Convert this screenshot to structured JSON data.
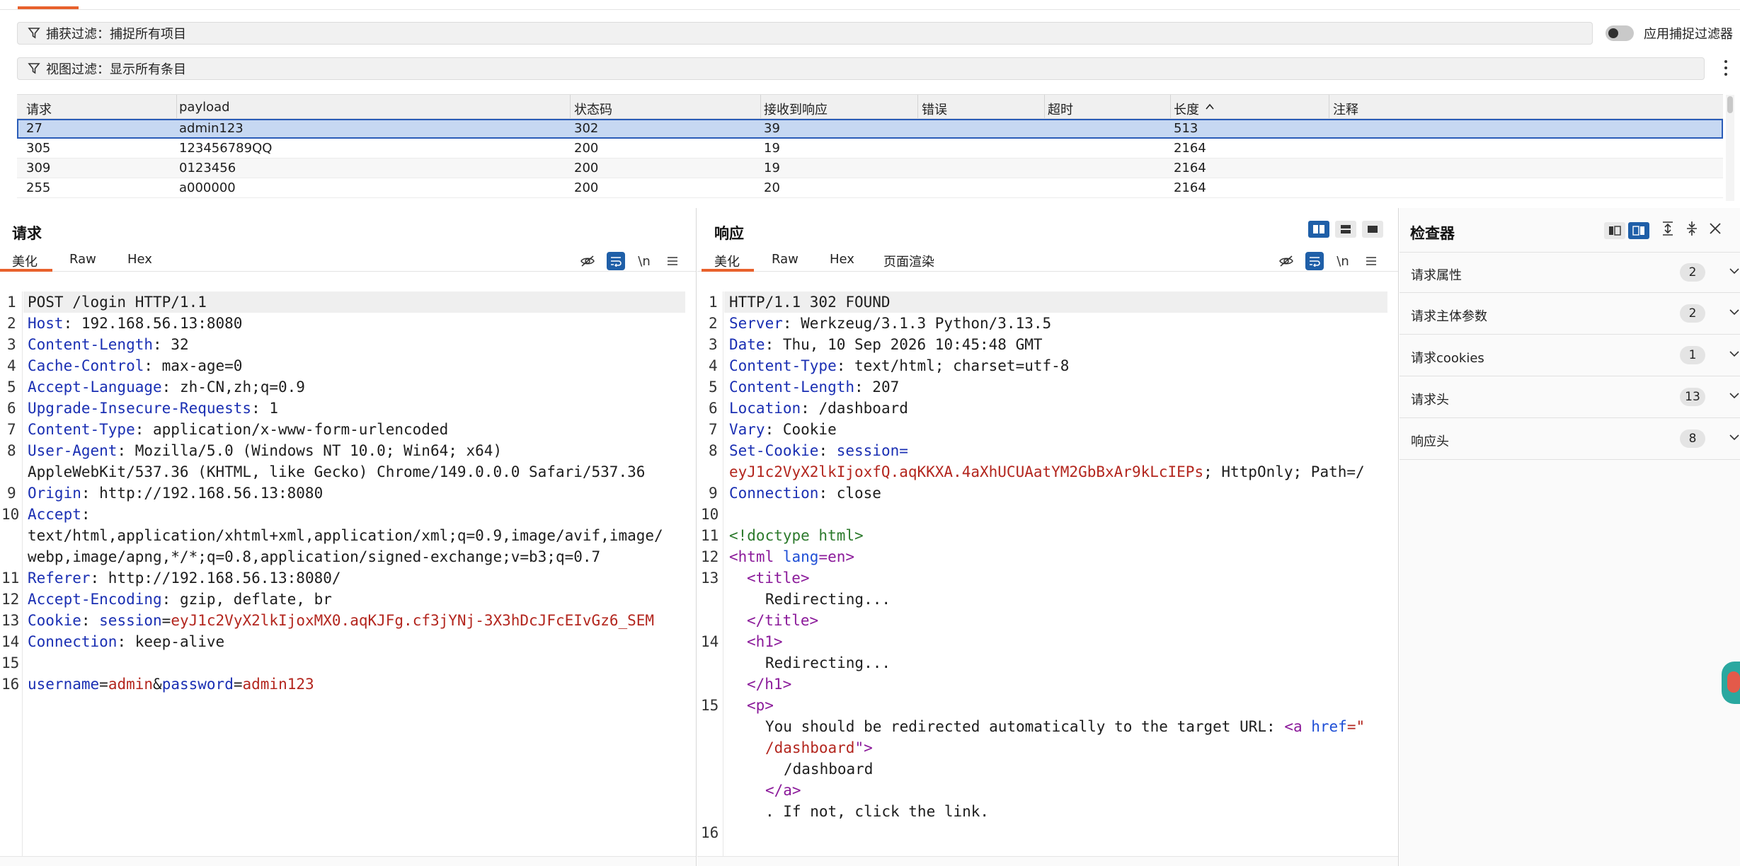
{
  "filters": {
    "capture_label": "捕获过滤：捕捉所有项目",
    "view_label": "视图过滤：显示所有条目",
    "apply_capture_toggle": "应用捕捉过滤器"
  },
  "results_table": {
    "columns": [
      "请求",
      "payload",
      "状态码",
      "接收到响应",
      "错误",
      "超时",
      "长度",
      "注释"
    ],
    "rows": [
      {
        "request": "27",
        "payload": "admin123",
        "status": "302",
        "received": "39",
        "error": "",
        "timeout": "",
        "length": "513",
        "comment": ""
      },
      {
        "request": "305",
        "payload": "123456789QQ",
        "status": "200",
        "received": "19",
        "error": "",
        "timeout": "",
        "length": "2164",
        "comment": ""
      },
      {
        "request": "309",
        "payload": "0123456",
        "status": "200",
        "received": "19",
        "error": "",
        "timeout": "",
        "length": "2164",
        "comment": ""
      },
      {
        "request": "255",
        "payload": "a000000",
        "status": "200",
        "received": "20",
        "error": "",
        "timeout": "",
        "length": "2164",
        "comment": ""
      }
    ]
  },
  "request_panel": {
    "title": "请求",
    "tabs": [
      "美化",
      "Raw",
      "Hex"
    ],
    "newline_toggle": "\\n",
    "lines": [
      {
        "n": "1",
        "k": "",
        "v": "POST /login HTTP/1.1"
      },
      {
        "n": "2",
        "k": "Host",
        "v": ": 192.168.56.13:8080"
      },
      {
        "n": "3",
        "k": "Content-Length",
        "v": ": 32"
      },
      {
        "n": "4",
        "k": "Cache-Control",
        "v": ": max-age=0"
      },
      {
        "n": "5",
        "k": "Accept-Language",
        "v": ": zh-CN,zh;q=0.9"
      },
      {
        "n": "6",
        "k": "Upgrade-Insecure-Requests",
        "v": ": 1"
      },
      {
        "n": "7",
        "k": "Content-Type",
        "v": ": application/x-www-form-urlencoded"
      },
      {
        "n": "8",
        "k": "User-Agent",
        "v": ": Mozilla/5.0 (Windows NT 10.0; Win64; x64)"
      },
      {
        "n": "",
        "k": "",
        "v": "AppleWebKit/537.36 (KHTML, like Gecko) Chrome/149.0.0.0 Safari/537.36"
      },
      {
        "n": "9",
        "k": "Origin",
        "v": ": http://192.168.56.13:8080"
      },
      {
        "n": "10",
        "k": "Accept",
        "v": ":"
      },
      {
        "n": "",
        "k": "",
        "v": "text/html,application/xhtml+xml,application/xml;q=0.9,image/avif,image/"
      },
      {
        "n": "",
        "k": "",
        "v": "webp,image/apng,*/*;q=0.8,application/signed-exchange;v=b3;q=0.7"
      },
      {
        "n": "11",
        "k": "Referer",
        "v": ": http://192.168.56.13:8080/"
      },
      {
        "n": "12",
        "k": "Accept-Encoding",
        "v": ": gzip, deflate, br"
      },
      {
        "n": "13",
        "k": "Cookie",
        "v": ": "
      },
      {
        "n": "14",
        "k": "Connection",
        "v": ": keep-alive"
      },
      {
        "n": "15",
        "k": "",
        "v": ""
      },
      {
        "n": "16",
        "k": "",
        "v": ""
      }
    ],
    "cookie_name": "session",
    "cookie_value": "eyJ1c2VyX2lkIjoxMX0.aqKJFg.cf3jYNj-3X3hDcJFcEIvGz6_SEM",
    "body_user_key": "username",
    "body_user_val": "admin",
    "body_pass_key": "password",
    "body_pass_val": "admin123"
  },
  "response_panel": {
    "title": "响应",
    "tabs": [
      "美化",
      "Raw",
      "Hex",
      "页面渲染"
    ],
    "newline_toggle": "\\n",
    "lines": [
      {
        "n": "1",
        "k": "",
        "v": "HTTP/1.1 302 FOUND"
      },
      {
        "n": "2",
        "k": "Server",
        "v": ": Werkzeug/3.1.3 Python/3.13.5"
      },
      {
        "n": "3",
        "k": "Date",
        "v": ": Thu, 10 Sep 2026 10:45:48 GMT"
      },
      {
        "n": "4",
        "k": "Content-Type",
        "v": ": text/html; charset=utf-8"
      },
      {
        "n": "5",
        "k": "Content-Length",
        "v": ": 207"
      },
      {
        "n": "6",
        "k": "Location",
        "v": ": /dashboard"
      },
      {
        "n": "7",
        "k": "Vary",
        "v": ": Cookie"
      },
      {
        "n": "8",
        "k": "Set-Cookie",
        "v": ": "
      }
    ],
    "set_cookie_name": "session=",
    "set_cookie_value": "eyJ1c2VyX2lkIjoxfQ.aqKKXA.4aXhUCUAatYM2GbBxAr9kLcIEPs",
    "set_cookie_rest": "; HttpOnly; Path=/",
    "connection_key": "Connection",
    "connection_val": ": close",
    "doctype": "<!doctype html>",
    "html_open": "<html",
    "html_lang_attr": " lang",
    "html_lang_val": "=en>",
    "title_open": "<title>",
    "title_text": "Redirecting...",
    "title_close": "</title>",
    "h1_open": "<h1>",
    "h1_text": "Redirecting...",
    "h1_close": "</h1>",
    "p_open": "<p>",
    "p_text": "You should be redirected automatically to the target URL: ",
    "a_open": "<a",
    "a_href_attr": " href",
    "a_href_eq": "=\"",
    "a_href_val": "/dashboard",
    "a_href_end": "\">",
    "a_text": "/dashboard",
    "a_close": "</a>",
    "p_tail": ". If not, click the link.",
    "line_numbers": [
      "9",
      "10",
      "11",
      "12",
      "13",
      "",
      "",
      "14",
      "",
      "",
      "15",
      "",
      "",
      "",
      "",
      "",
      "16"
    ]
  },
  "inspector": {
    "title": "检查器",
    "rows": [
      {
        "label": "请求属性",
        "count": "2"
      },
      {
        "label": "请求主体参数",
        "count": "2"
      },
      {
        "label": "请求cookies",
        "count": "1"
      },
      {
        "label": "请求头",
        "count": "13"
      },
      {
        "label": "响应头",
        "count": "8"
      }
    ]
  }
}
